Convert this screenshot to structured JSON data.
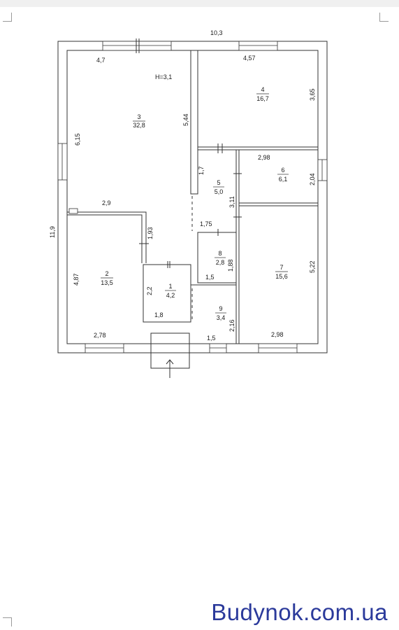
{
  "plan": {
    "height_note": "H=3,1",
    "overall": {
      "width": "10,3",
      "height": "11,9"
    },
    "rooms": [
      {
        "id": "1",
        "area": "4,2"
      },
      {
        "id": "2",
        "area": "13,5"
      },
      {
        "id": "3",
        "area": "32,8"
      },
      {
        "id": "4",
        "area": "16,7"
      },
      {
        "id": "5",
        "area": "5,0"
      },
      {
        "id": "6",
        "area": "6,1"
      },
      {
        "id": "7",
        "area": "15,6"
      },
      {
        "id": "8",
        "area": "2,8"
      },
      {
        "id": "9",
        "area": "3,4"
      }
    ],
    "dimensions": {
      "r3_top": "4,7",
      "r3_left": "6,15",
      "r3_bottom": "2,9",
      "r3_partition": "5,44",
      "r4_top": "4,57",
      "r4_right": "3,65",
      "r5_right": "3,11",
      "r5_left": "1,7",
      "r5_bottom": "1,75",
      "r6_top": "2,98",
      "r6_right": "2,04",
      "r7_right": "5,22",
      "r7_bottom": "2,98",
      "r2_left": "4,87",
      "r2_bottom": "2,78",
      "r2_right": "1,93",
      "r1_left": "2,2",
      "r1_bottom": "1,8",
      "r8_bottom": "1,5",
      "r8_right": "1,88",
      "r9_right": "2,16",
      "r9_bottom": "1,5"
    }
  },
  "watermark": "Budynok.com.ua"
}
